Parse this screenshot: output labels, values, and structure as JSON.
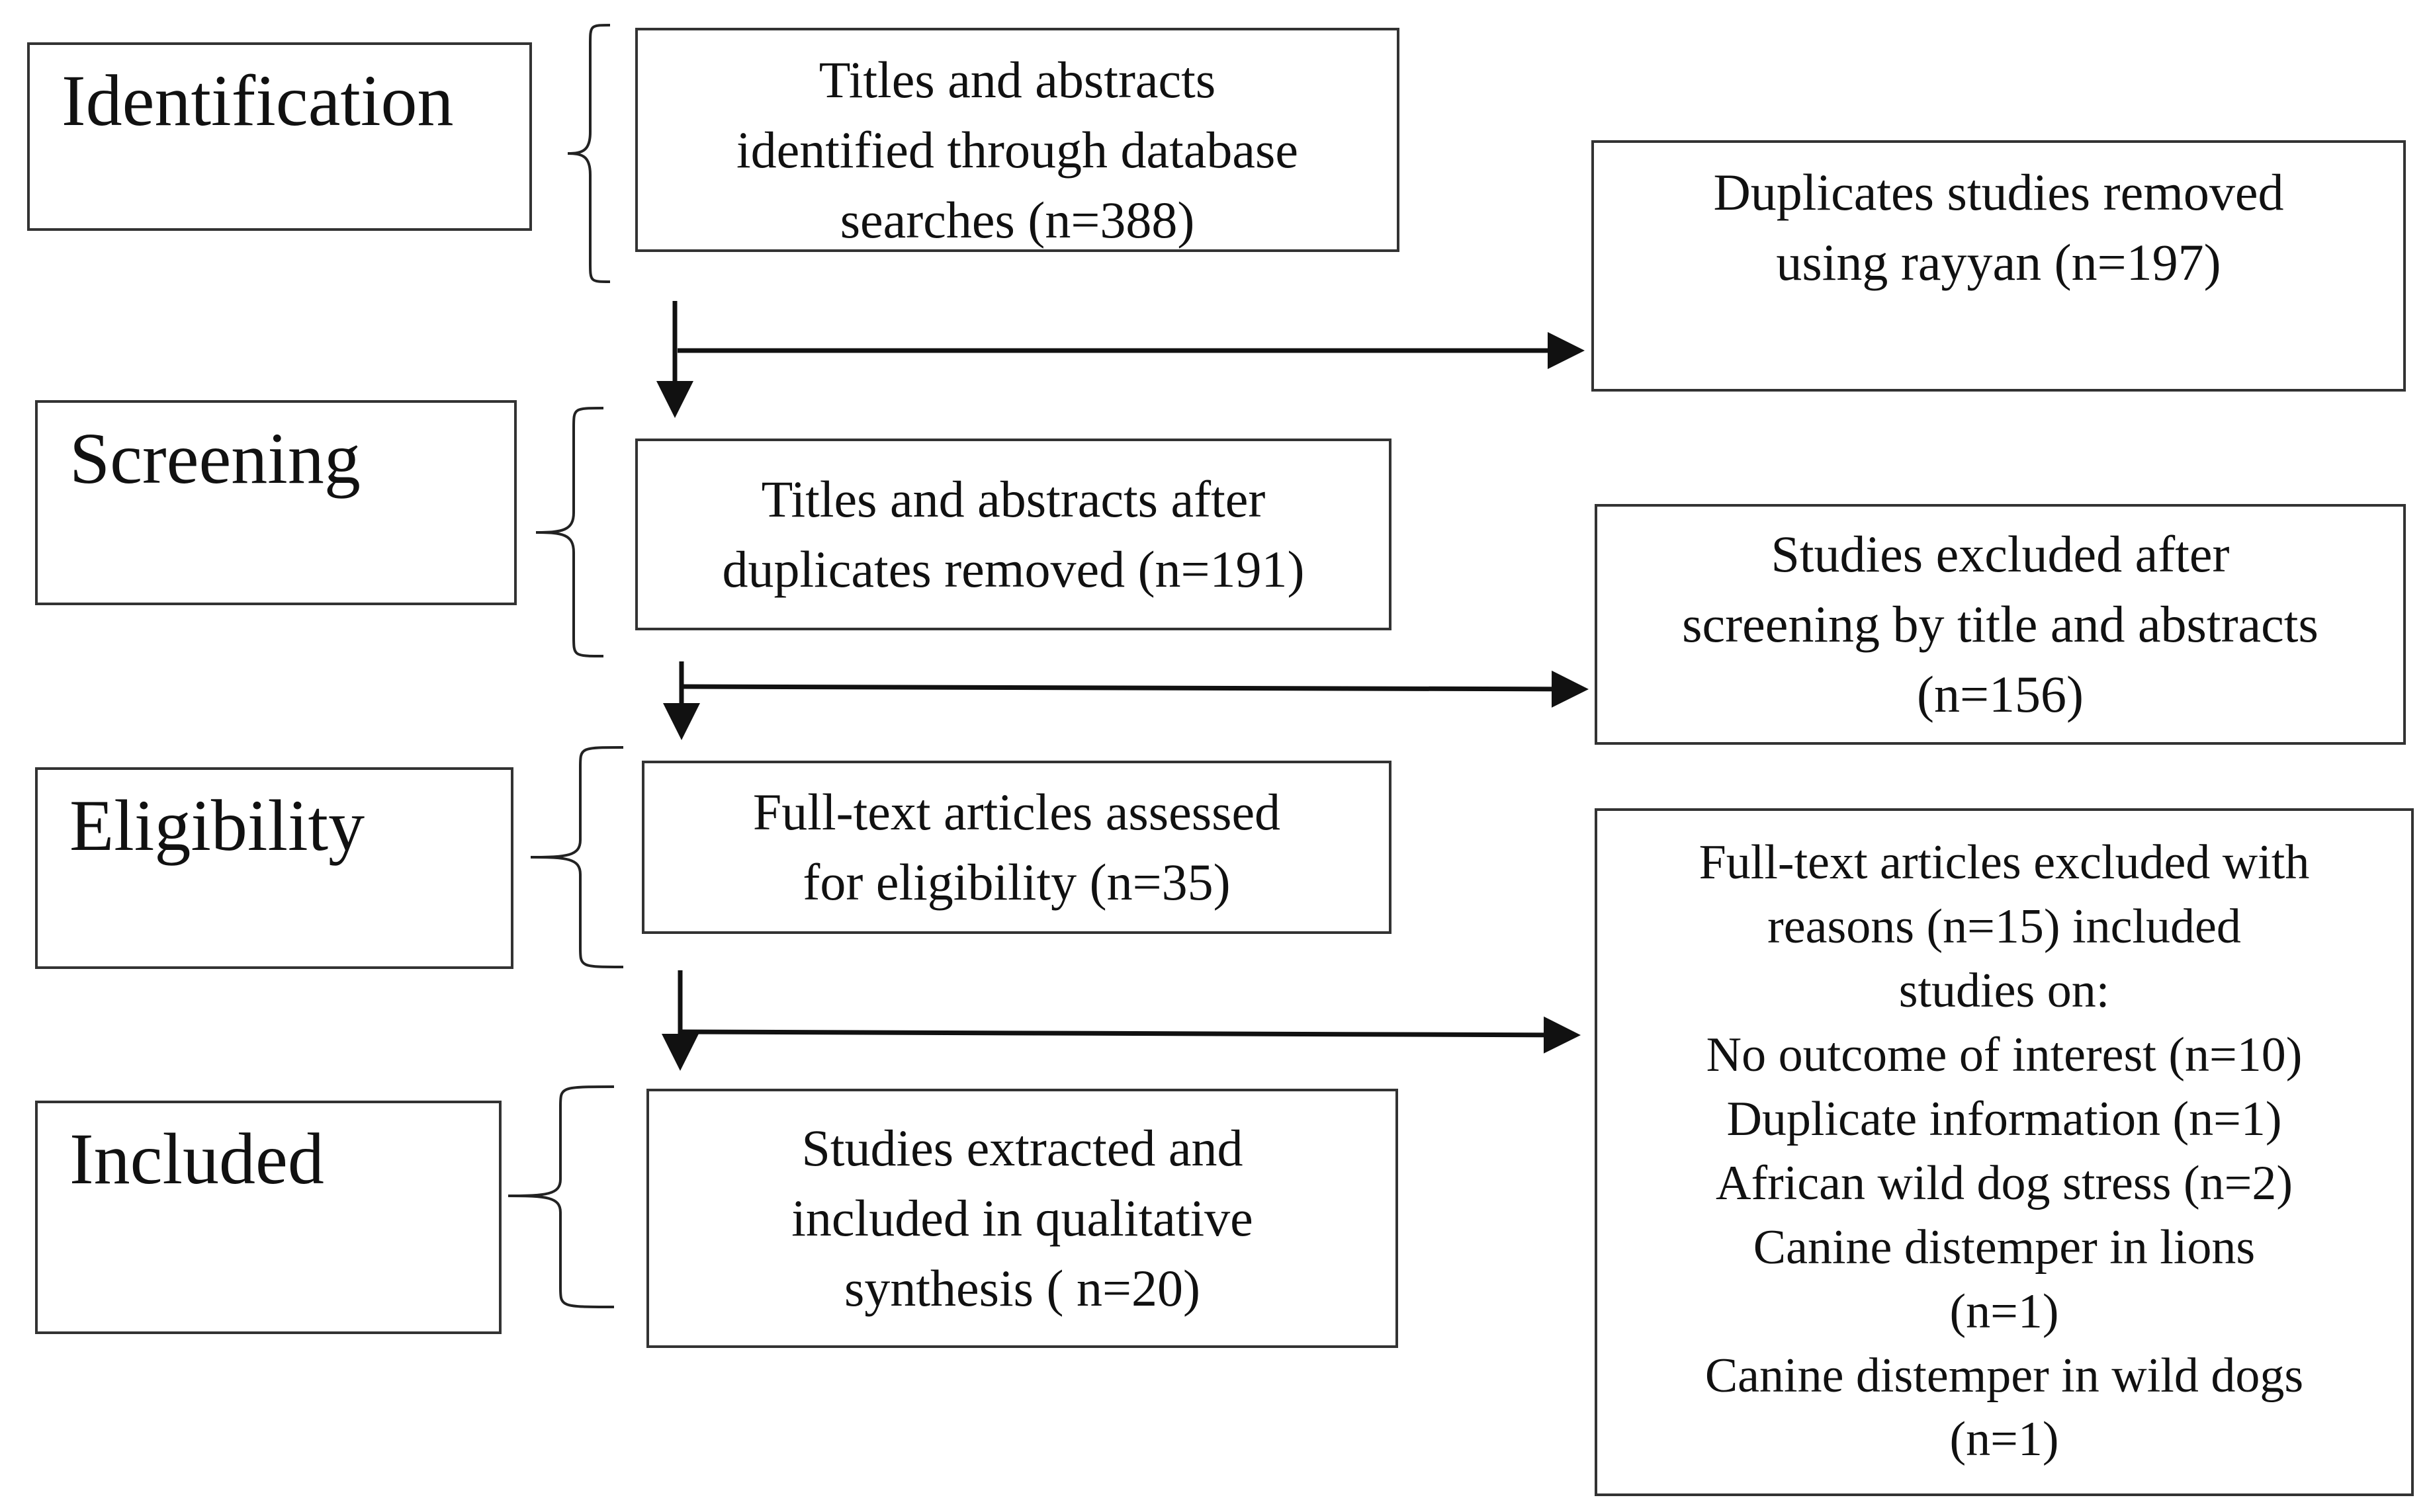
{
  "stages": {
    "identification": "Identification",
    "screening": "Screening",
    "eligibility": "Eligibility",
    "included": "Included"
  },
  "flow": {
    "identified": "Titles and abstracts\nidentified through database\nsearches (n=388)",
    "after_duplicates": "Titles and abstracts after\nduplicates removed (n=191)",
    "full_text_assessed": "Full-text articles assessed\nfor eligibility (n=35)",
    "included_synthesis": "Studies extracted and\nincluded in qualitative\nsynthesis ( n=20)"
  },
  "exclusions": {
    "duplicates_removed": "Duplicates studies removed\nusing rayyan (n=197)",
    "screened_out": "Studies excluded after\nscreening by title and abstracts\n(n=156)",
    "full_text_excluded": "Full-text articles excluded with\nreasons (n=15) included\nstudies on:\nNo outcome of interest (n=10)\nDuplicate information (n=1)\nAfrican wild dog stress (n=2)\nCanine distemper in lions\n(n=1)\nCanine distemper in wild dogs\n(n=1)"
  }
}
